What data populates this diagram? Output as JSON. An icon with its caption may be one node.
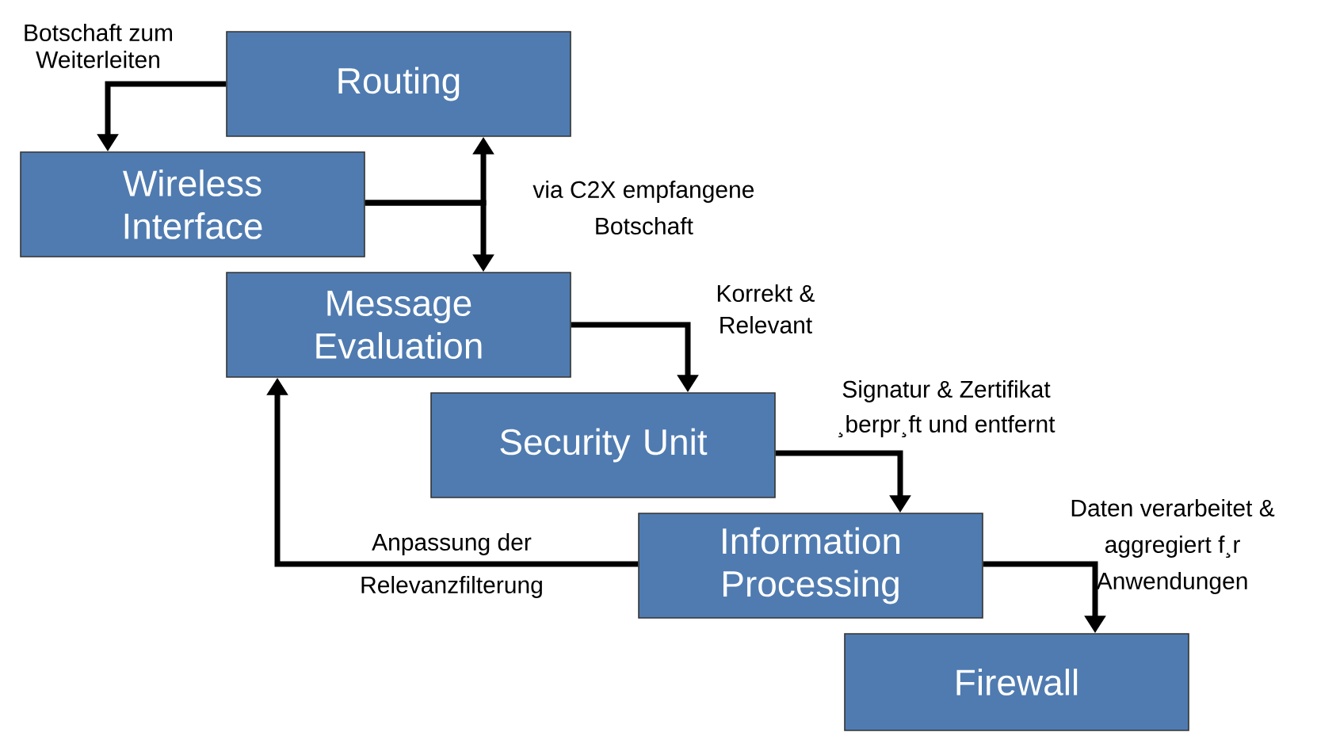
{
  "diagram": {
    "nodes": [
      {
        "text": [
          "Routing"
        ]
      },
      {
        "text": [
          "Wireless Interface"
        ]
      },
      {
        "text": [
          "Message Evaluation"
        ]
      },
      {
        "text": [
          "Security Unit"
        ]
      },
      {
        "text": [
          "Information Processing"
        ]
      },
      {
        "text": [
          "Firewall"
        ]
      }
    ],
    "edges": [
      {
        "from": 0,
        "to": 1,
        "arrow": "to",
        "label": "Botschaft zum Weiterleiten"
      },
      {
        "from": 1,
        "to": 0,
        "arrow": "to"
      },
      {
        "from": 1,
        "to": 2,
        "arrow": "to",
        "label": "via C2X empfangene Botschaft"
      },
      {
        "from": 2,
        "to": 3,
        "arrow": "to",
        "label": "Korrekt & Relevant"
      },
      {
        "from": 3,
        "to": 4,
        "arrow": "to",
        "label": "Signatur & Zertifikat ¸berpr¸ft und entfernt"
      },
      {
        "from": 4,
        "to": 2,
        "arrow": "to",
        "label": "Anpassung der Relevanzfilterung"
      },
      {
        "from": 4,
        "to": 5,
        "arrow": "to",
        "label": "Daten verarbeitet & aggregiert f¸r Anwendungen"
      }
    ]
  }
}
